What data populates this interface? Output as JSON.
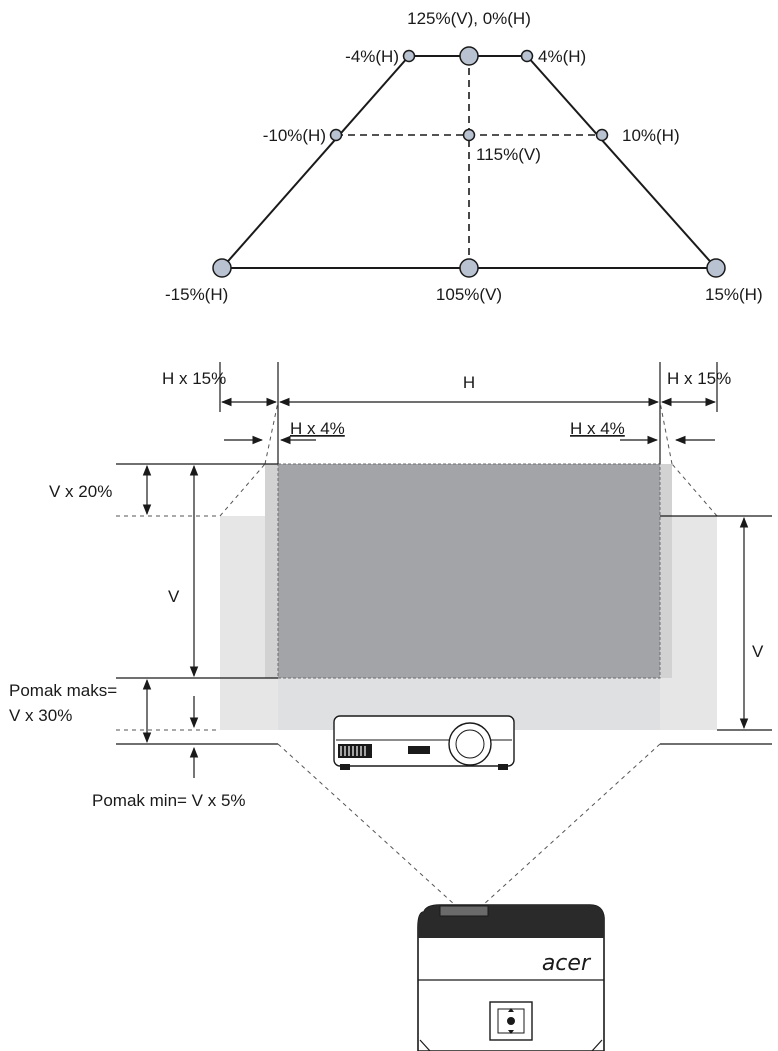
{
  "keystone_chart": {
    "top_label": "125%(V), 0%(H)",
    "top_left": "-4%(H)",
    "top_right": "4%(H)",
    "mid_left": "-10%(H)",
    "mid_right": "10%(H)",
    "mid_center": "115%(V)",
    "bottom_left": "-15%(H)",
    "bottom_center": "105%(V)",
    "bottom_right": "15%(H)"
  },
  "shift_diagram": {
    "h_x_15_left": "H x 15%",
    "h_top": "H",
    "h_x_15_right": "H x 15%",
    "h_x_4_left": "H x 4%",
    "h_x_4_right": "H x 4%",
    "v_x_20": "V x 20%",
    "v_left": "V",
    "v_right": "V",
    "max_shift_line1": "Pomak maks=",
    "max_shift_line2": "V x 30%",
    "min_shift": "Pomak min= V x 5%"
  },
  "projector": {
    "brand": "acer"
  },
  "colors": {
    "screen_dark": "#a3a4a7",
    "screen_light": "#e6e6e6",
    "screen_mid": "#d5d5d5",
    "node_fill": "#b8c2d0"
  }
}
